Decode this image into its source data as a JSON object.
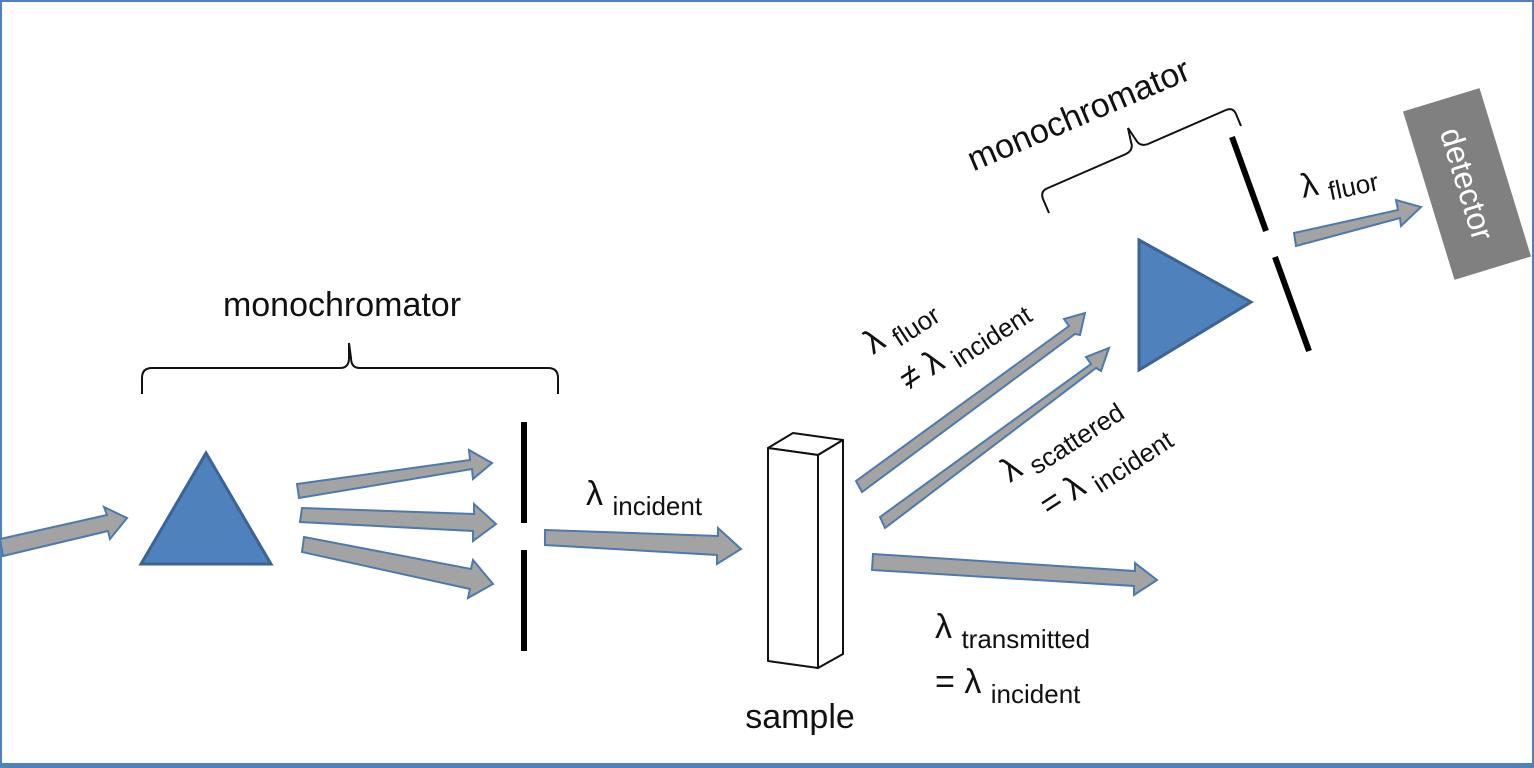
{
  "labels": {
    "mono_left": "monochromator",
    "mono_right": "monochromator",
    "sample": "sample",
    "detector": "detector",
    "lambda": "λ",
    "incident_sub": "incident",
    "fluor_sub": "fluor",
    "not_equal": "≠",
    "equals": "=",
    "scattered_sub": "scattered",
    "transmitted_sub": "transmitted"
  },
  "colors": {
    "prism_fill": "#4f81bd",
    "prism_stroke": "#3b6494",
    "arrow_fill": "#a3a3a3",
    "arrow_stroke": "#4e79ad",
    "detector_fill": "#808080",
    "detector_text": "#ffffff",
    "frame": "#4f81bd"
  }
}
